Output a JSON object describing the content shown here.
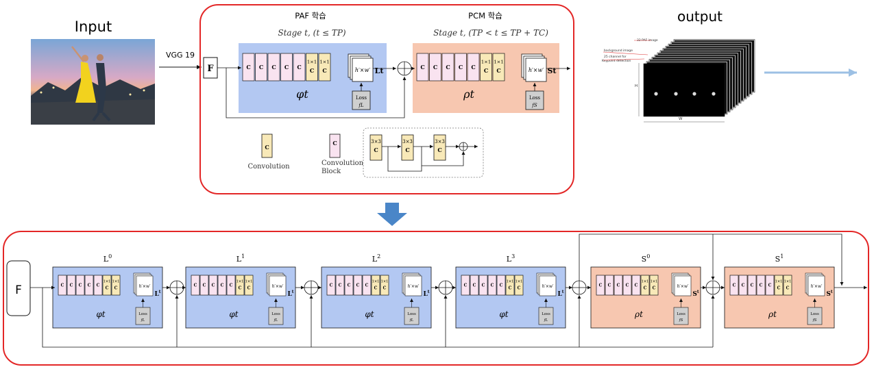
{
  "top": {
    "input_label": "Input",
    "vgg_label": "VGG 19",
    "f_label": "F",
    "output_label": "output",
    "paf_header": "PAF 학습",
    "pcm_header": "PCM 학습",
    "paf_stage": "Stage t, (t ≤ TP)",
    "pcm_stage": "Stage t, (TP < t ≤ TP + TC)",
    "paf_symbol": "φt",
    "pcm_symbol": "ρt",
    "paf_out": "Lt",
    "pcm_out": "St",
    "feature_map": "h′×w′",
    "loss_paf": "Loss",
    "loss_paf_sub": "fL",
    "loss_pcm": "Loss",
    "loss_pcm_sub": "fS",
    "c_letter": "C",
    "k1x1": "1×1",
    "k3x3": "3×3",
    "legend_conv": "Convolution",
    "legend_block_1": "Convolution",
    "legend_block_2": "Block",
    "out_text_1": "32 PAF image",
    "out_text_2": "background image",
    "out_text_3": "25 channel for",
    "out_text_4": "Keypoint detection",
    "out_h": "H",
    "out_w": "W"
  },
  "bottom": {
    "f_label": "F",
    "stages": [
      {
        "label": "L0",
        "type": "paf"
      },
      {
        "label": "L1",
        "type": "paf"
      },
      {
        "label": "L2",
        "type": "paf"
      },
      {
        "label": "L3",
        "type": "paf"
      },
      {
        "label": "S0",
        "type": "pcm"
      },
      {
        "label": "S1",
        "type": "pcm"
      }
    ]
  },
  "colors": {
    "paf_bg": "#b3c8f2",
    "pcm_bg": "#f7c7b0",
    "conv_pink": "#f9e3f0",
    "conv_yellow": "#f8e9b8",
    "red_frame": "#e32626",
    "arrow_blue": "#4a86c8"
  }
}
